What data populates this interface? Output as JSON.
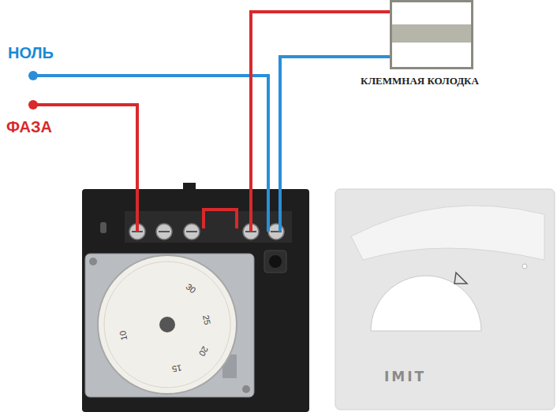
{
  "diagram": {
    "nodes": [
      {
        "text": [
          "КЛЕММНАЯ КОЛОДКА"
        ]
      },
      {
        "text": [
          "IMIT"
        ]
      }
    ],
    "labels": [
      "НОЛЬ",
      "ФАЗА",
      "30",
      "25",
      "20",
      "15",
      "10"
    ]
  }
}
